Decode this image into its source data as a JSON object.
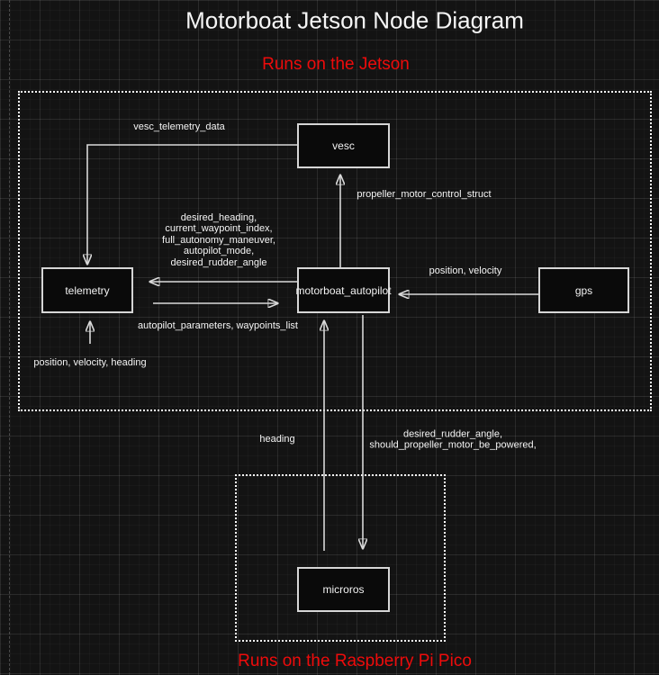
{
  "title": "Motorboat Jetson Node Diagram",
  "regions": {
    "jetson": {
      "label": "Runs on the Jetson"
    },
    "pico": {
      "label": "Runs on the Raspberry Pi Pico"
    }
  },
  "nodes": {
    "vesc": {
      "label": "vesc"
    },
    "telemetry": {
      "label": "telemetry"
    },
    "autopilot": {
      "label": "motorboat_autopilot"
    },
    "gps": {
      "label": "gps"
    },
    "microros": {
      "label": "microros"
    }
  },
  "edges": {
    "vesc_to_telemetry": {
      "label": "vesc_telemetry_data"
    },
    "autopilot_to_vesc": {
      "label": "propeller_motor_control_struct"
    },
    "autopilot_to_telemetry": {
      "label": "desired_heading,\ncurrent_waypoint_index,\nfull_autonomy_maneuver,\nautopilot_mode,\ndesired_rudder_angle"
    },
    "telemetry_to_autopilot": {
      "label": "autopilot_parameters, waypoints_list"
    },
    "gps_to_autopilot": {
      "label": "position, velocity"
    },
    "into_telemetry": {
      "label": "position, velocity, heading"
    },
    "microros_to_autopilot": {
      "label": "heading"
    },
    "autopilot_to_microros": {
      "label": "desired_rudder_angle,\nshould_propeller_motor_be_powered,"
    }
  },
  "colors": {
    "accent_red": "#ee0b0b",
    "background": "#131313",
    "node_fill": "#0a0a0a",
    "node_border": "#d6d6d6",
    "edge_stroke": "#d9d9d9",
    "text": "#f5f5f5",
    "region_border": "#ffffff"
  }
}
